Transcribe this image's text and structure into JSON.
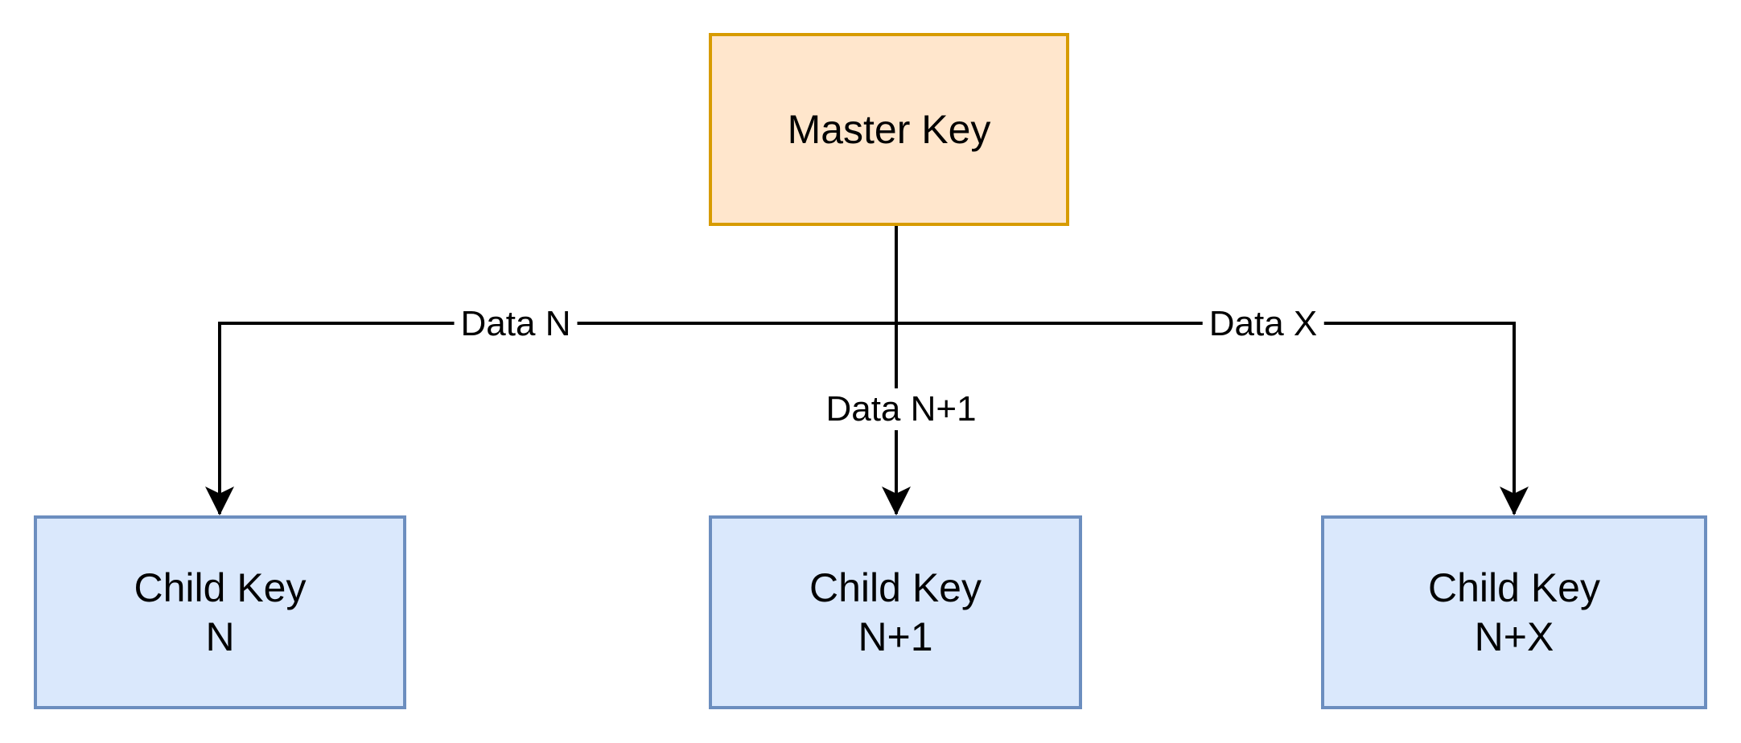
{
  "diagram": {
    "background_color": "#ffffff",
    "line_color": "#000000",
    "text_color": "#000000",
    "nodes": {
      "master": {
        "label": "Master Key",
        "fill": "#FFE6CC",
        "stroke": "#D79B00"
      },
      "child_n": {
        "label_line1": "Child Key",
        "label_line2": "N",
        "fill": "#DAE8FC",
        "stroke": "#6C8EBF"
      },
      "child_n1": {
        "label_line1": "Child Key",
        "label_line2": "N+1",
        "fill": "#DAE8FC",
        "stroke": "#6C8EBF"
      },
      "child_nx": {
        "label_line1": "Child Key",
        "label_line2": "N+X",
        "fill": "#DAE8FC",
        "stroke": "#6C8EBF"
      }
    },
    "edges": {
      "data_n": {
        "label": "Data N"
      },
      "data_n1": {
        "label": "Data N+1"
      },
      "data_x": {
        "label": "Data X"
      }
    }
  }
}
